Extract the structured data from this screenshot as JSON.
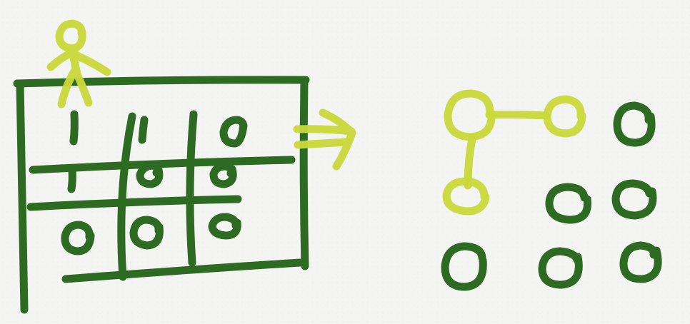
{
  "colors": {
    "background": "#f4f4f2",
    "dark_green": "#2d6a22",
    "light_green": "#c9d93a"
  },
  "left_board": {
    "cells": [
      [
        "X",
        "X",
        "O"
      ],
      [
        "X",
        "O",
        "O"
      ],
      [
        "O",
        "O",
        "O"
      ]
    ],
    "border_on": true,
    "grid_lines": "hand-drawn"
  },
  "player_figure": {
    "icon": "stick-figure-icon",
    "color": "light_green"
  },
  "transition": {
    "icon": "double-arrow-right-icon",
    "color": "light_green"
  },
  "right_graph": {
    "nodes": [
      {
        "id": "n1",
        "row": 0,
        "col": 0,
        "highlighted": true
      },
      {
        "id": "n2",
        "row": 0,
        "col": 1,
        "highlighted": true
      },
      {
        "id": "n3",
        "row": 0,
        "col": 2,
        "highlighted": false
      },
      {
        "id": "n4",
        "row": 1,
        "col": 0,
        "highlighted": true
      },
      {
        "id": "n5",
        "row": 1,
        "col": 1,
        "highlighted": false
      },
      {
        "id": "n6",
        "row": 1,
        "col": 2,
        "highlighted": false
      },
      {
        "id": "n7",
        "row": 2,
        "col": 0,
        "highlighted": false
      },
      {
        "id": "n8",
        "row": 2,
        "col": 1,
        "highlighted": false
      },
      {
        "id": "n9",
        "row": 2,
        "col": 2,
        "highlighted": false
      }
    ],
    "edges": [
      {
        "from": "n1",
        "to": "n2"
      },
      {
        "from": "n1",
        "to": "n4"
      }
    ]
  }
}
